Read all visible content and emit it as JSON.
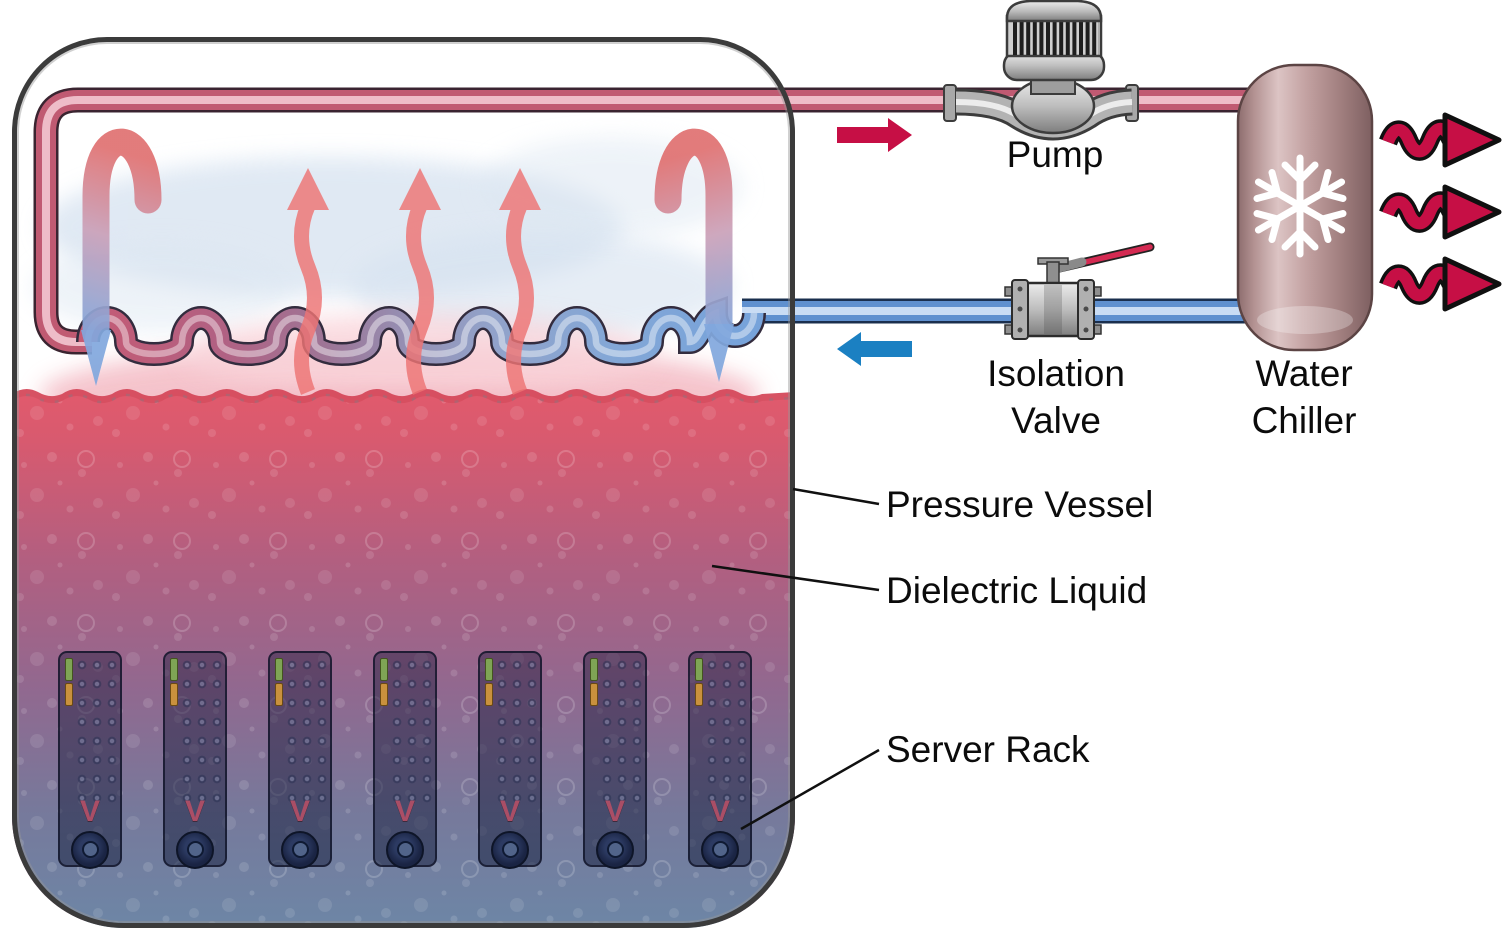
{
  "labels": {
    "pump": "Pump",
    "isolation_valve": [
      "Isolation",
      "Valve"
    ],
    "water_chiller": [
      "Water",
      "Chiller"
    ],
    "pressure_vessel": "Pressure Vessel",
    "dielectric_liquid": "Dielectric Liquid",
    "server_rack": "Server Rack"
  },
  "racks": {
    "count": 7,
    "logo_letter": "V"
  },
  "icons": {
    "chiller": "snowflake-icon",
    "pump": "pump-icon",
    "valve": "ball-valve-icon"
  },
  "flows": {
    "hot_outflow": {
      "color": "#C60F45",
      "direction": "right"
    },
    "cold_return": {
      "color": "#1B80C2",
      "direction": "left"
    },
    "heat_rejection_arrows": {
      "color": "#C60F45",
      "count": 3
    },
    "vapor_rise_arrows": {
      "color": "#EE7474",
      "count": 3
    },
    "condensate_circulation_arrows": {
      "count": 2
    }
  },
  "colors": {
    "hot_pipe": "#C05A72",
    "cold_pipe": "#5F90CF",
    "chiller_body": "#B49090",
    "liquid_top": "#E25A6C",
    "liquid_bottom": "#6D86A6",
    "vessel_outline": "#3B3B3B"
  }
}
